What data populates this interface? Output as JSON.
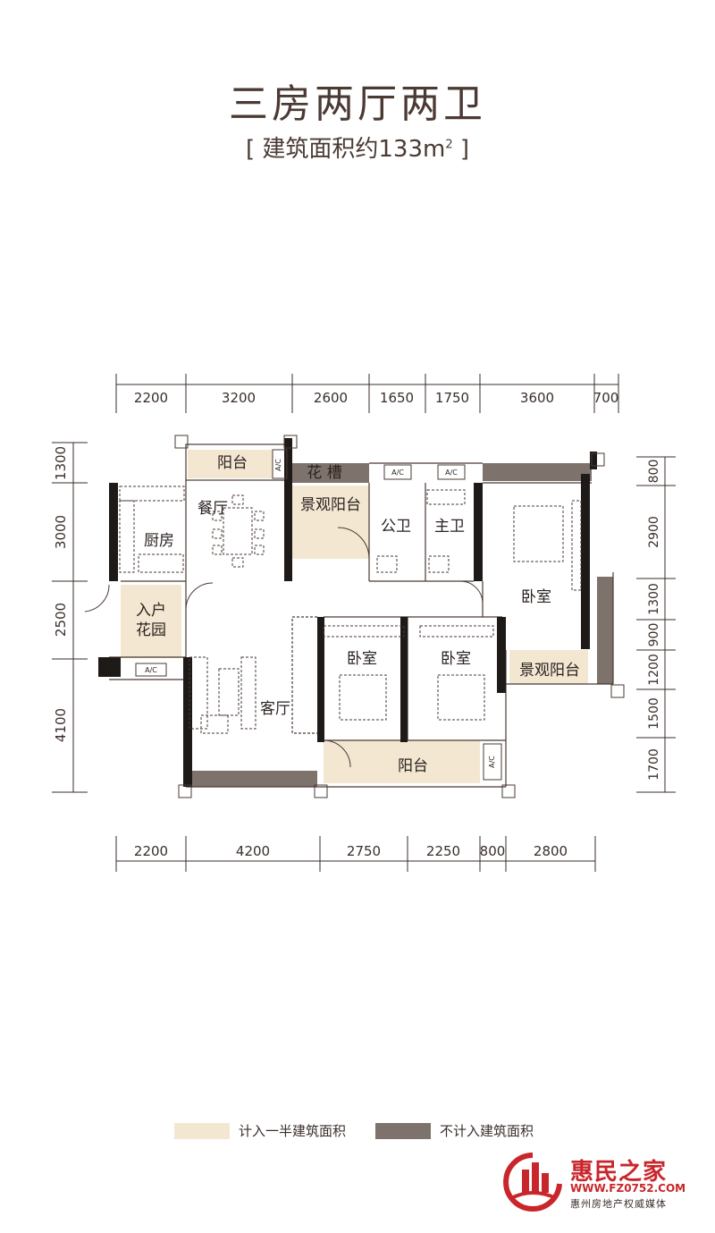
{
  "header": {
    "title": "三房两厅两卫",
    "subtitle_prefix": "[ 建筑面积约133m",
    "subtitle_sup": "2",
    "subtitle_suffix": " ]"
  },
  "dimensions": {
    "top": [
      "2200",
      "3200",
      "2600",
      "1650",
      "1750",
      "3600",
      "700"
    ],
    "bottom": [
      "2200",
      "4200",
      "2750",
      "2250",
      "800",
      "2800"
    ],
    "left": [
      "1300",
      "3000",
      "2500",
      "4100"
    ],
    "right": [
      "800",
      "2900",
      "1300",
      "900",
      "1200",
      "1500",
      "1700"
    ]
  },
  "rooms": {
    "balcony_top": "阳台",
    "planter": "花 槽",
    "kitchen": "厨房",
    "dining": "餐厅",
    "view_balcony_1": "景观阳台",
    "public_bath": "公卫",
    "master_bath": "主卫",
    "bedroom_master": "卧室",
    "entry_garden_1": "入户",
    "entry_garden_2": "花园",
    "living": "客厅",
    "bedroom_2": "卧室",
    "bedroom_3": "卧室",
    "view_balcony_2": "景观阳台",
    "balcony_bottom": "阳台",
    "ac": "A/C"
  },
  "legend": {
    "half_area_label": "计入一半建筑面积",
    "half_area_color": "#f3e7d2",
    "excluded_label": "不计入建筑面积",
    "excluded_color": "#7d736c"
  },
  "logo": {
    "name": "惠民之家",
    "url": "WWW.FZ0752.COM",
    "tagline": "惠州房地产权威媒体",
    "color": "#c9262b"
  }
}
